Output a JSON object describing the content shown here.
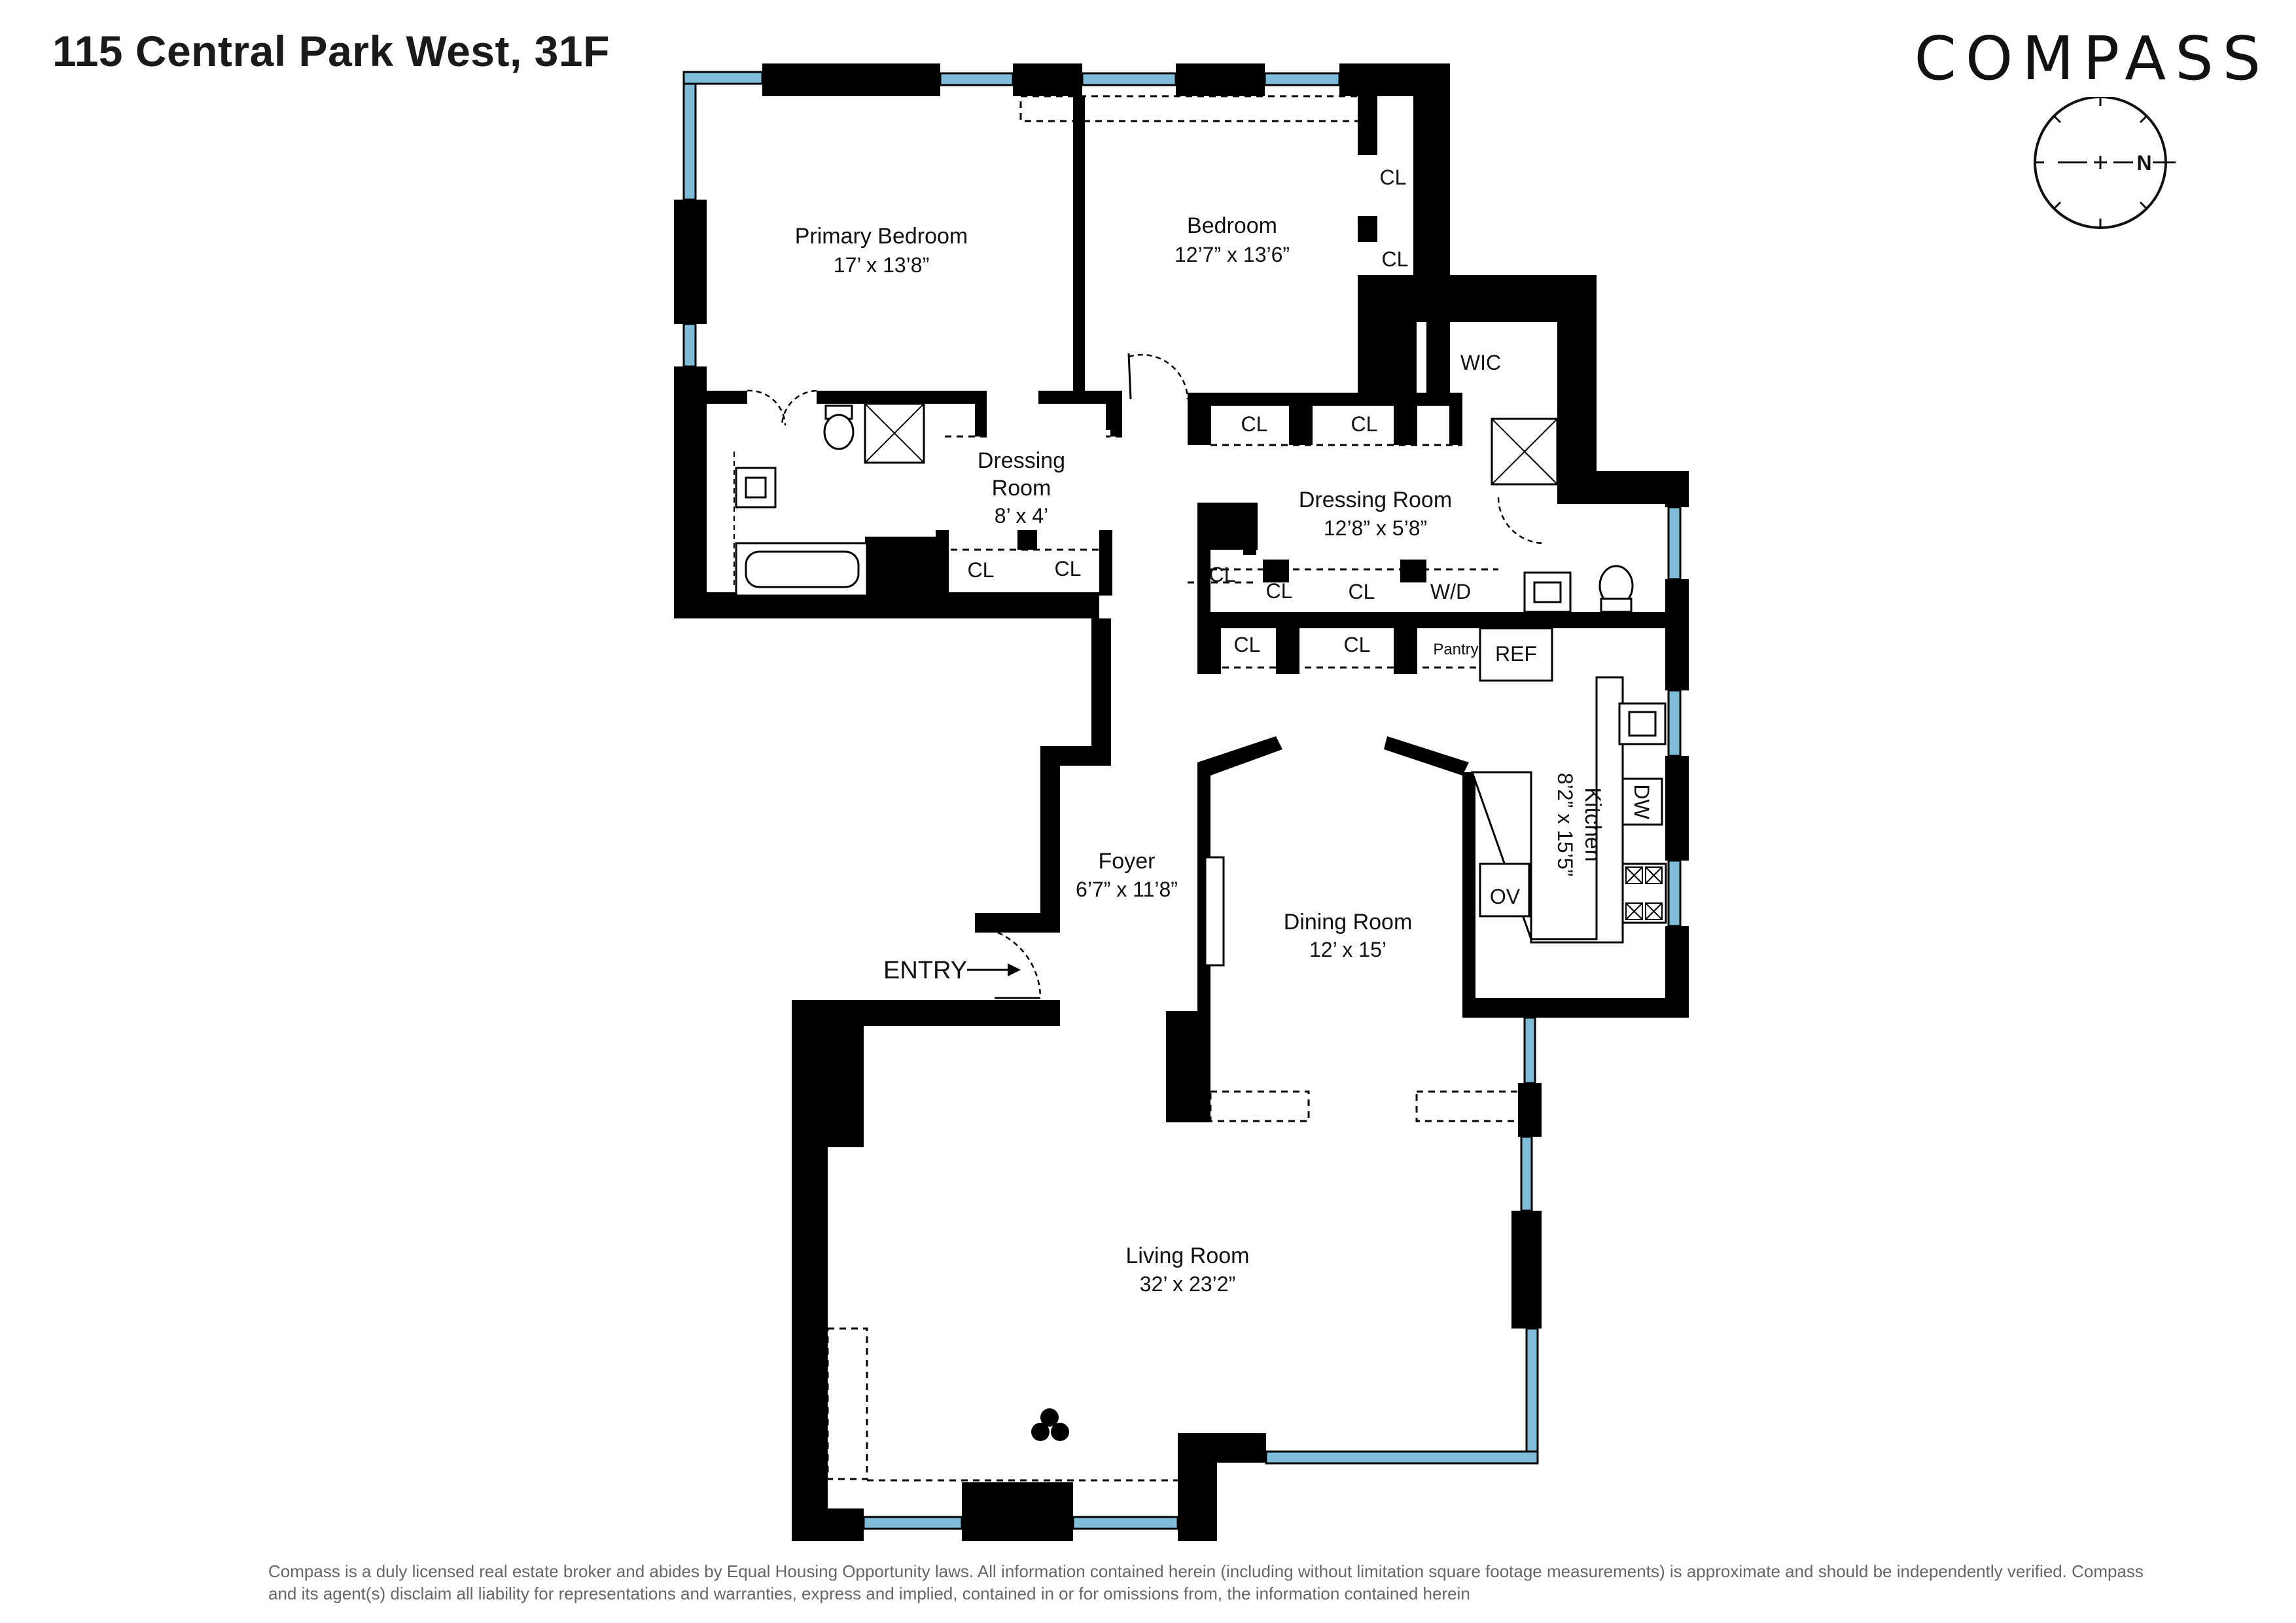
{
  "header": {
    "title": "115 Central Park West, 31F",
    "brand": "COMPASS"
  },
  "compass": {
    "north_label": "N"
  },
  "rooms": {
    "primary_bedroom": {
      "name": "Primary Bedroom",
      "dims": "17’ x 13’8”"
    },
    "bedroom": {
      "name": "Bedroom",
      "dims": "12’7” x 13’6”"
    },
    "wic": {
      "name": "WIC"
    },
    "dressing_room_small": {
      "name_line1": "Dressing",
      "name_line2": "Room",
      "dims": "8’ x 4’"
    },
    "dressing_room_large": {
      "name": "Dressing Room",
      "dims": "12’8” x 5’8”"
    },
    "foyer": {
      "name": "Foyer",
      "dims": "6’7” x 11’8”"
    },
    "dining_room": {
      "name": "Dining Room",
      "dims": "12’ x 15’"
    },
    "kitchen": {
      "name": "Kitchen",
      "dims": "8’2” x 15’5”"
    },
    "living_room": {
      "name": "Living Room",
      "dims": "32’ x 23’2”"
    }
  },
  "labels": {
    "closet": "CL",
    "washer_dryer": "W/D",
    "pantry": "Pantry",
    "refrigerator": "REF",
    "dishwasher": "DW",
    "oven": "OV",
    "entry": "ENTRY"
  },
  "footer": {
    "disclaimer": "Compass is a duly licensed real estate broker and abides by Equal Housing Opportunity laws.  All information contained herein (including without limitation square footage measurements) is approximate and should be independently verified. Compass and its agent(s) disclaim all liability for representations and warranties, express and implied, contained in or for omissions from, the information contained herein"
  },
  "colors": {
    "wall": "#000000",
    "window": "#7fbcd8",
    "text": "#1a1a1a",
    "disclaimer": "#666666"
  }
}
